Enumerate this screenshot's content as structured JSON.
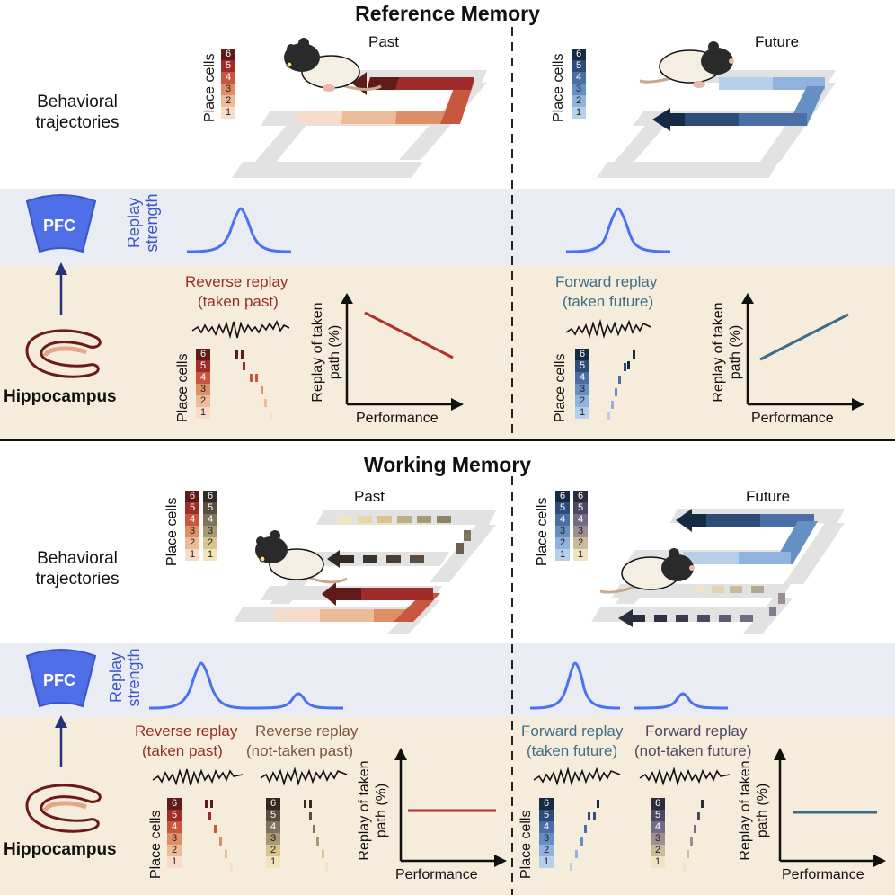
{
  "colors": {
    "band_blue": "#e9ecf3",
    "band_tan": "#f6ecdc",
    "pfc_blue": "#4f6fe8",
    "arrow_dark": "#26327a",
    "replay_curve": "#4a72f0",
    "past_line": "#b0302a",
    "future_line": "#3c6a8a",
    "reverse_text": "#9a2d2a",
    "forward_text": "#3e6f86",
    "track_grey": "#e2e2e2",
    "taken_past_palette": [
      "#f8dccb",
      "#edbb97",
      "#df8f65",
      "#c9563f",
      "#9f2b2a",
      "#5f1a1a"
    ],
    "not_taken_past_palette": [
      "#f2e4bd",
      "#d9c48f",
      "#a79a72",
      "#7e735c",
      "#5a4c3e",
      "#322a24"
    ],
    "taken_future_palette": [
      "#b6d0ea",
      "#8fb3dc",
      "#6690c4",
      "#4a6fa6",
      "#2d4c7a",
      "#172a44"
    ],
    "not_taken_future_palette": [
      "#ece4c2",
      "#cabb9a",
      "#9b8f93",
      "#736a85",
      "#4c4864",
      "#2b2c3c"
    ]
  },
  "reference": {
    "title": "Reference Memory",
    "past": "Past",
    "future": "Future",
    "behavioral": "Behavioral trajectories",
    "place_cells": "Place cells",
    "cell_numbers": [
      "6",
      "5",
      "4",
      "3",
      "2",
      "1"
    ],
    "pfc": "PFC",
    "replay_strength": "Replay strength",
    "hippocampus": "Hippocampus",
    "reverse_replay": "Reverse replay",
    "taken_past": "(taken past)",
    "forward_replay": "Forward replay",
    "taken_future": "(taken future)",
    "y_axis": "Replay of taken path (%)",
    "x_axis": "Performance"
  },
  "working": {
    "title": "Working Memory",
    "past": "Past",
    "future": "Future",
    "behavioral": "Behavioral trajectories",
    "place_cells": "Place cells",
    "cell_numbers": [
      "6",
      "5",
      "4",
      "3",
      "2",
      "1"
    ],
    "pfc": "PFC",
    "replay_strength": "Replay strength",
    "hippocampus": "Hippocampus",
    "reverse_replay": "Reverse replay",
    "taken_past": "(taken past)",
    "not_taken_past": "(not-taken past)",
    "forward_replay": "Forward replay",
    "taken_future": "(taken future)",
    "not_taken_future": "(not-taken future)",
    "y_axis": "Replay of taken path (%)",
    "x_axis": "Performance"
  }
}
